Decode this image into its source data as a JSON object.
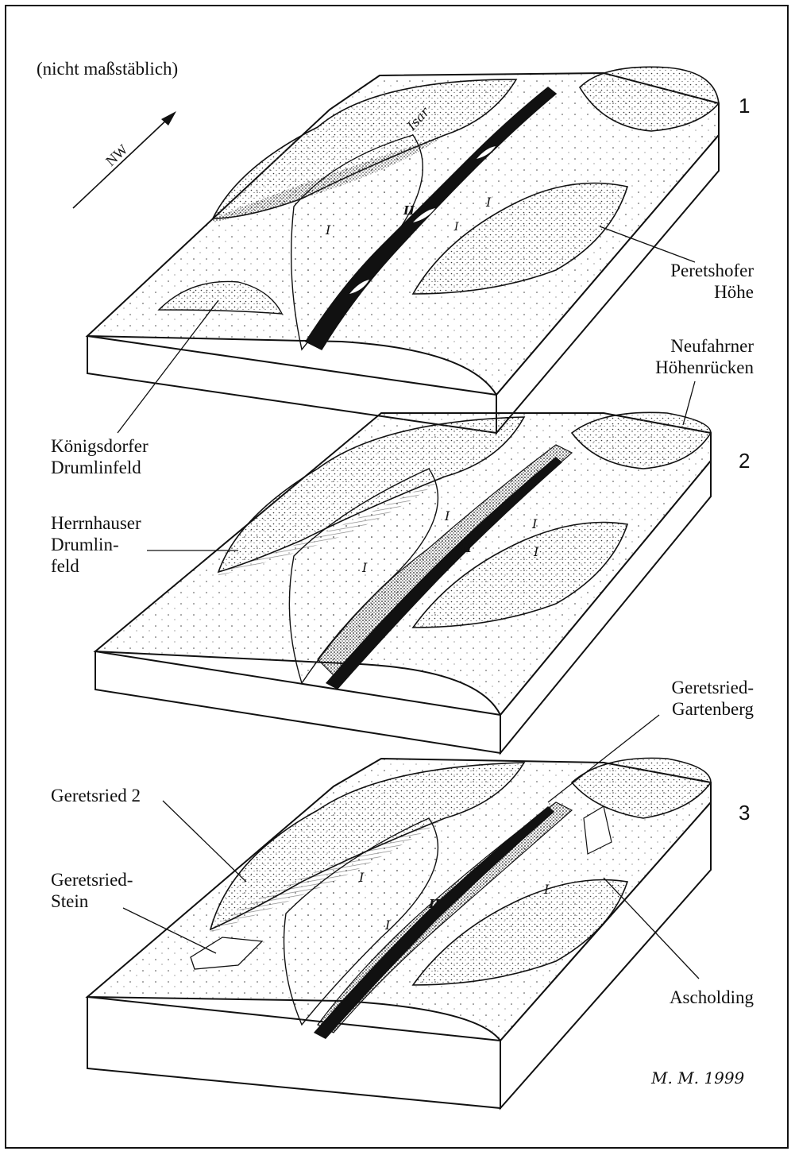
{
  "note": "(nicht maßstäblich)",
  "compass": "NW",
  "river": "Isar",
  "terrace_marks": {
    "one": "I",
    "two": "II"
  },
  "panels": [
    {
      "number": "1"
    },
    {
      "number": "2"
    },
    {
      "number": "3"
    }
  ],
  "labels": {
    "peretshofer": [
      "Peretshofer",
      "Höhe"
    ],
    "neufahrner": [
      "Neufahrner",
      "Höhenrücken"
    ],
    "koenigsdorfer": [
      "Königsdorfer",
      "Drumlinfeld"
    ],
    "herrnhauser": [
      "Herrnhauser",
      "Drumlin-",
      "feld"
    ],
    "gartenberg": [
      "Geretsried-",
      "Gartenberg"
    ],
    "geretsried2": "Geretsried 2",
    "stein": [
      "Geretsried-",
      "Stein"
    ],
    "ascholding": "Ascholding"
  },
  "signature": "M. M. 1999"
}
